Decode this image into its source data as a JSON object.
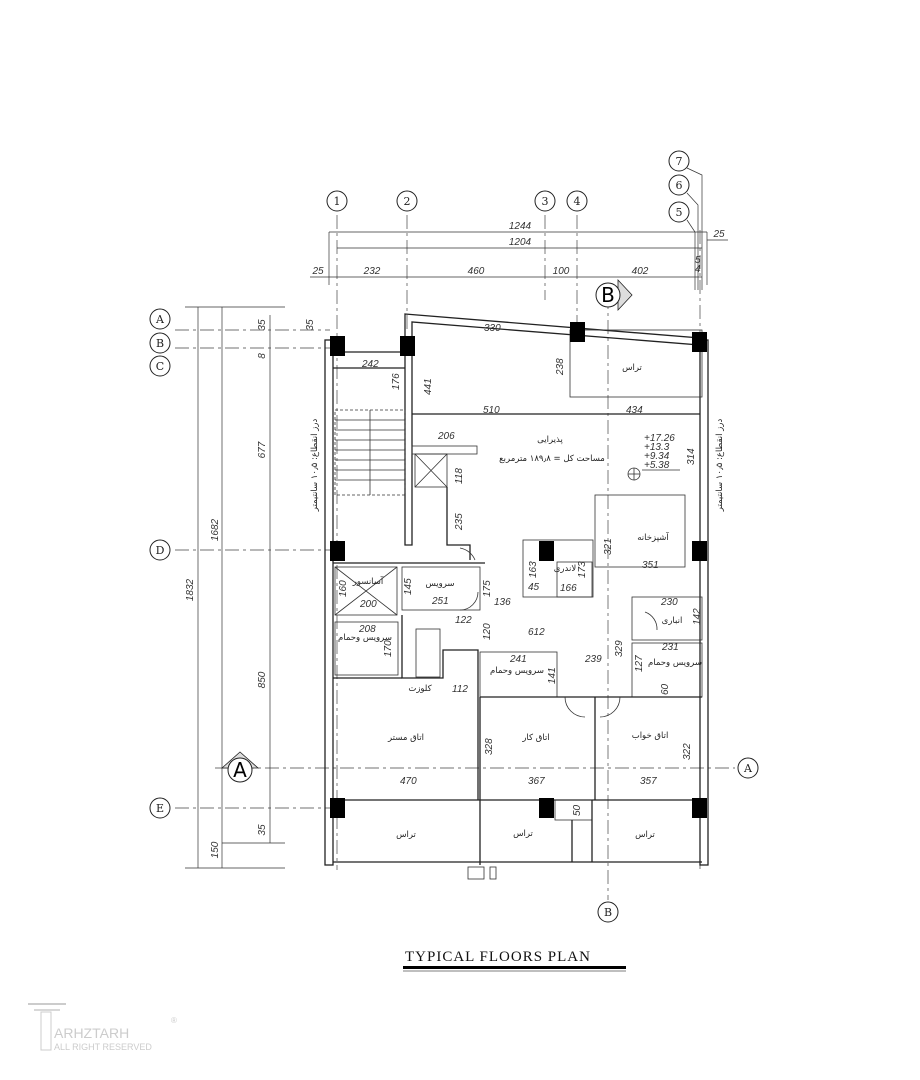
{
  "title": "TYPICAL FLOORS   PLAN",
  "watermark": {
    "brand": "ARHZTARH",
    "sub": "ALL RIGHT RESERVED",
    "mark": "®"
  },
  "grid": {
    "columns": [
      "1",
      "2",
      "3",
      "4",
      "5",
      "6",
      "7"
    ],
    "rows": [
      "A",
      "B",
      "C",
      "D",
      "E"
    ]
  },
  "sections": {
    "a": "A",
    "b": "B"
  },
  "dims_top": {
    "overall": "1244",
    "inner": "1204",
    "left_offset": "25",
    "right_offset": "25",
    "segments": [
      "232",
      "460",
      "100",
      "402"
    ],
    "small_a": "5",
    "small_b": "4"
  },
  "dims_left": {
    "overall": "1832",
    "inner": "1682",
    "top_a": "35",
    "top_b": "8",
    "upper": "677",
    "lower": "850",
    "bottom_a": "35",
    "bottom_b": "150",
    "grid_a": "35"
  },
  "joint_note": "درز انقطاع: ۱۰٫۵ سانتیمتر",
  "rooms": {
    "reception": "پذیرایی",
    "total_area": "مساحت کل = ۱۸۹٫۸ مترمربع",
    "terrace": "تراس",
    "kitchen": "آشپزخانه",
    "laundry": "لاندری",
    "elevator": "آسانسور",
    "service": "سرویس",
    "service_bath": "سرویس وحمام",
    "closet": "کلوزت",
    "storage": "انباری",
    "master": "اتاق مستر",
    "work": "اتاق کار",
    "bedroom": "اتاق خواب"
  },
  "elevations": [
    "+17.26",
    "+13.3",
    "+9.34",
    "+5.38"
  ],
  "room_dims": {
    "d330": "330",
    "d242": "242",
    "d176": "176",
    "d441": "441",
    "d238": "238",
    "d510": "510",
    "d434": "434",
    "d206": "206",
    "d314": "314",
    "d118": "118",
    "d235": "235",
    "d321": "321",
    "d351": "351",
    "d163": "163",
    "d45": "45",
    "d173": "173",
    "d166": "166",
    "d160": "160",
    "d200": "200",
    "d145": "145",
    "d251": "251",
    "d175": "175",
    "d136": "136",
    "d122": "122",
    "d120": "120",
    "d612": "612",
    "d230": "230",
    "d142": "142",
    "d208": "208",
    "d170": "170",
    "d329": "329",
    "d241": "241",
    "d239": "239",
    "d231": "231",
    "d127": "127",
    "d141": "141",
    "d112": "112",
    "d60": "60",
    "d328": "328",
    "d322": "322",
    "d470": "470",
    "d367": "367",
    "d357": "357",
    "d50": "50"
  }
}
